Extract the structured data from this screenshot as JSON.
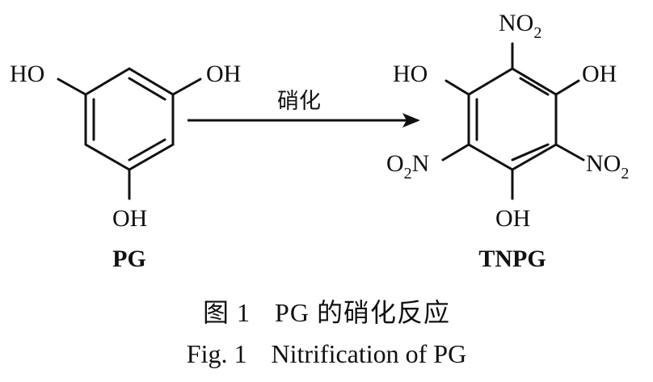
{
  "reactant": {
    "label": "PG",
    "substituents": {
      "top_left": "HO",
      "top_right": "OH",
      "bottom": "OH"
    }
  },
  "product": {
    "label": "TNPG",
    "substituents": {
      "top": "NO2",
      "top_left": "HO",
      "top_right": "OH",
      "left": "O2N",
      "right": "NO2",
      "bottom": "OH"
    }
  },
  "reaction": {
    "condition": "硝化"
  },
  "caption": {
    "cn_number": "图 1",
    "cn_title": "PG 的硝化反应",
    "en_number": "Fig. 1",
    "en_title": "Nitrification of PG"
  },
  "colors": {
    "ink": "#111111",
    "background": "#ffffff"
  }
}
